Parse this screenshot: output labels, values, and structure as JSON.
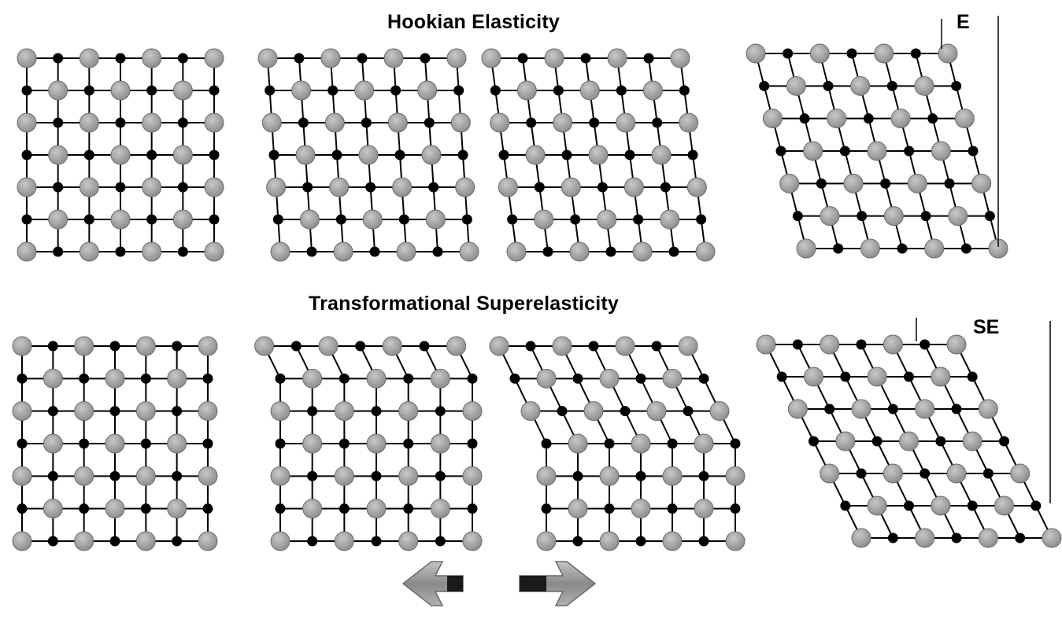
{
  "titles": {
    "hookian": "Hookian Elasticity",
    "superelastic": "Transformational Superelasticity"
  },
  "labels": {
    "elastic": "E",
    "superelastic": "SE"
  },
  "colors": {
    "large_atom": "#a9a9a9",
    "small_atom": "#000000",
    "bond": "#000000",
    "arrow_fill": "#8f8f8f"
  },
  "icons": [
    "left-arrow-icon",
    "right-arrow-icon"
  ]
}
